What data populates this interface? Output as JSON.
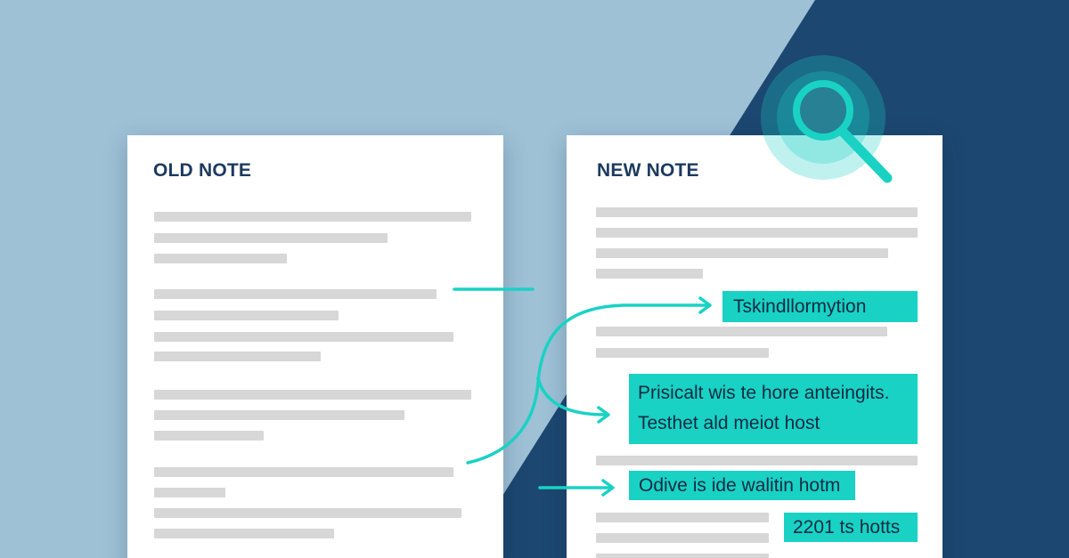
{
  "colors": {
    "background_light": "#9ec1d6",
    "background_dark": "#1c4770",
    "title": "#1d3a5f",
    "placeholder_line": "#d7d7d7",
    "accent": "#19d2c4",
    "highlight_text": "#0e2a45"
  },
  "old_note": {
    "title": "OLD NOTE"
  },
  "new_note": {
    "title": "NEW NOTE",
    "highlights": [
      {
        "lines": [
          "Tskindllormytion"
        ]
      },
      {
        "lines": [
          "Prisicalt wis te hore anteingits.",
          "Testhet ald meiot host"
        ]
      },
      {
        "lines": [
          "Odive is ide walitin hotm"
        ]
      },
      {
        "lines": [
          "2201 ts hotts"
        ]
      }
    ]
  },
  "icons": {
    "magnifier": "magnifying-glass-icon",
    "arrows": "arrow-right-icon"
  }
}
